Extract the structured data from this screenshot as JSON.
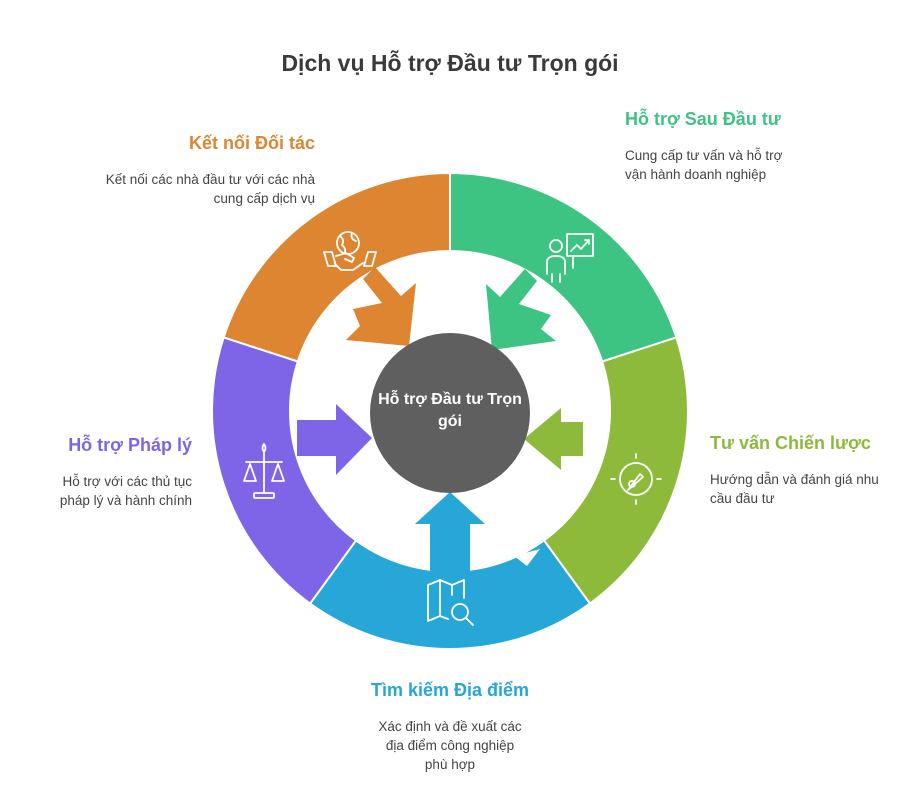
{
  "title": "Dịch vụ Hỗ trợ Đầu tư Trọn gói",
  "center": "Hỗ trợ Đầu tư Trọn gói",
  "segments": {
    "connect": {
      "title": "Kết nối Đối tác",
      "description": "Kết nối các nhà đầu tư với các nhà cung cấp dịch vụ",
      "color": "#DD8531",
      "icon": "handshake-globe-icon"
    },
    "post": {
      "title": "Hỗ trợ Sau Đầu tư",
      "description": "Cung cấp tư vấn và hỗ trợ vận hành doanh nghiệp",
      "color": "#3DC483",
      "icon": "presenter-chart-icon"
    },
    "strategy": {
      "title": "Tư vấn Chiến lược",
      "description": "Hướng dẫn và đánh giá nhu cầu đầu tư",
      "color": "#8DBA3B",
      "icon": "target-compass-icon"
    },
    "site": {
      "title": "Tìm kiếm Địa điểm",
      "description": "Xác định và đề xuất các địa điểm công nghiệp phù hợp",
      "color": "#27A6D8",
      "icon": "map-search-icon"
    },
    "legal": {
      "title": "Hỗ trợ Pháp lý",
      "description": "Hỗ trợ với các thủ tục pháp lý và hành chính",
      "color": "#7E65E8",
      "icon": "scales-icon"
    }
  },
  "center_color": "#5F5F5F"
}
